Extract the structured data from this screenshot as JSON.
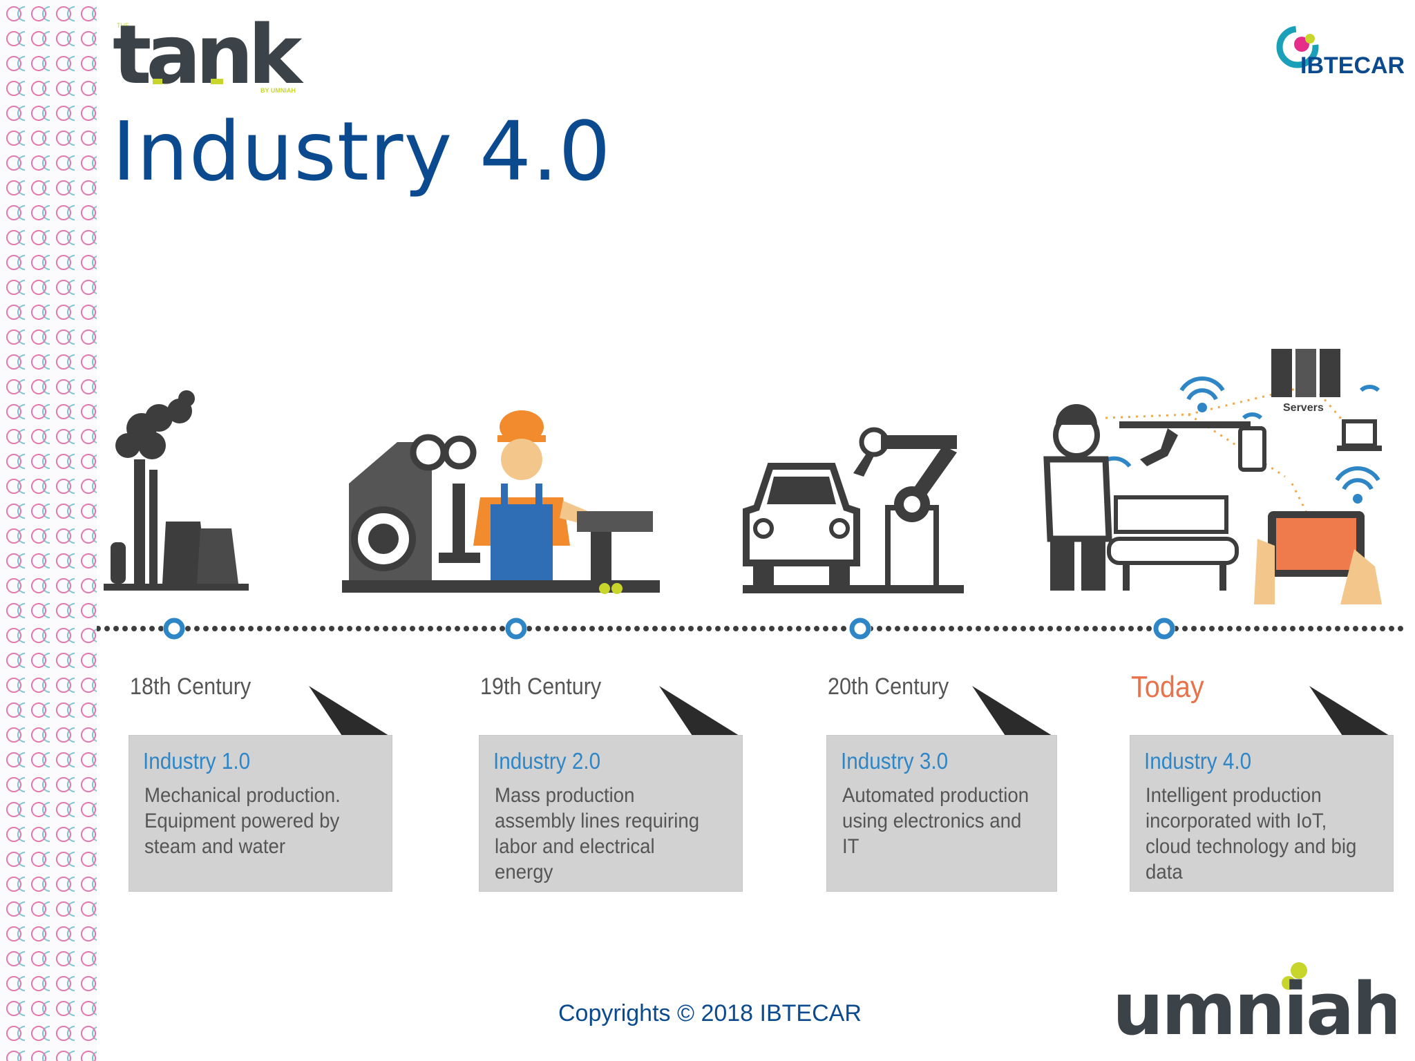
{
  "logos": {
    "tank": {
      "brand_small": "THE",
      "wordmark": "tank",
      "byline": "BY UMNIAH"
    },
    "ibtecar": {
      "wordmark": "IBTECAR"
    },
    "umniah": {
      "wordmark": "umniah"
    }
  },
  "title": "Industry 4.0",
  "stages": [
    {
      "era": "18th Century",
      "heading": "Industry 1.0",
      "description": "Mechanical production. Equipment powered by steam and water",
      "icon": "factory-icon"
    },
    {
      "era": "19th Century",
      "heading": "Industry 2.0",
      "description": "Mass production assembly lines requiring labor and electrical energy",
      "icon": "assembly-worker-icon"
    },
    {
      "era": "20th Century",
      "heading": "Industry 3.0",
      "description": "Automated production using electronics and IT",
      "icon": "robot-arm-car-icon"
    },
    {
      "era": "Today",
      "heading": "Industry 4.0",
      "description": "Intelligent production incorporated with IoT, cloud technology and big data",
      "icon": "smart-factory-icon"
    }
  ],
  "servers_label": "Servers",
  "footer": {
    "copyright": "Copyrights © 2018 IBTECAR"
  },
  "colors": {
    "title": "#0b4a8e",
    "card_heading": "#2f86c6",
    "today": "#e8734b",
    "timeline": "#2f86c6",
    "card_bg": "#d2d2d2"
  }
}
